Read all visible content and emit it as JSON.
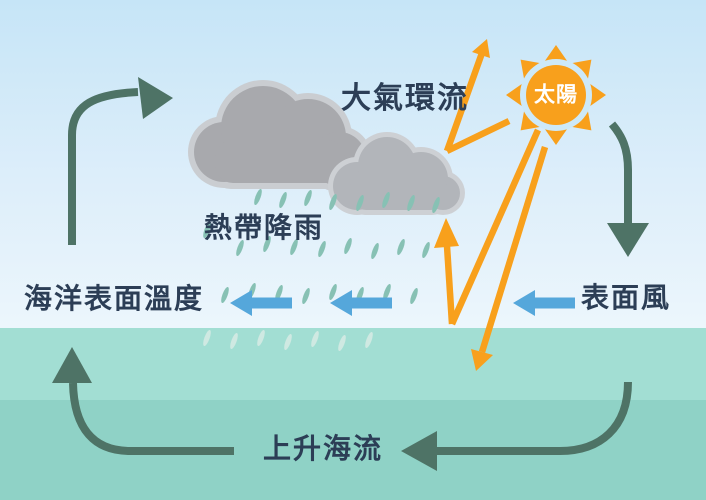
{
  "labels": {
    "atmospheric_circulation": "大氣環流",
    "sun": "太陽",
    "tropical_rainfall": "熱帶降雨",
    "sea_surface_temperature": "海洋表面溫度",
    "surface_wind": "表面風",
    "upwelling_current": "上升海流"
  },
  "colors": {
    "sky_top": "#c6e5f7",
    "sky_mid": "#ddeefa",
    "sky_bottom": "#ecf6fc",
    "ocean_upper": "#a2ded3",
    "ocean_lower": "#8fd2c6",
    "orange": "#f8a01c",
    "blue_arrow": "#55a7db",
    "teal_arrow": "#4e7366",
    "label_text": "#2c3e56",
    "sun_label": "#ffffff",
    "sun_ring": "#cde9f8",
    "cloud_dark": "#a8a9ad",
    "cloud_dark_rim": "#cacdd1",
    "cloud_light": "#b2b5ba",
    "cloud_light_rim": "#cdd0d4",
    "rain": "#87c1b4",
    "rain_underwater": "#cfe9e2"
  },
  "diagram": {
    "type": "ocean-atmosphere interaction schematic",
    "flows": [
      {
        "name": "solar-radiation",
        "color_key": "orange",
        "paths": [
          "sun to cloud",
          "sun to sea surface",
          "sun into ocean (absorbed)"
        ]
      },
      {
        "name": "reflected-radiation",
        "color_key": "orange",
        "paths": [
          "cloud reflects upward",
          "sea surface reflects upward"
        ]
      },
      {
        "name": "surface-wind",
        "color_key": "blue_arrow",
        "direction": "leftward",
        "arrow_count": 3
      },
      {
        "name": "atmospheric-loop",
        "color_key": "teal_arrow",
        "paths": [
          "rise on left toward clouds",
          "sink on right near sun"
        ]
      },
      {
        "name": "ocean-loop",
        "color_key": "teal_arrow",
        "paths": [
          "sink on right",
          "flow leftward (upwelling current)",
          "rise on left to surface"
        ]
      }
    ]
  },
  "rain": {
    "rows": [
      {
        "color_key": "rain",
        "drops": [
          [
            258,
            197
          ],
          [
            283,
            200
          ],
          [
            308,
            198
          ],
          [
            333,
            202
          ],
          [
            360,
            203
          ],
          [
            386,
            200
          ],
          [
            411,
            203
          ],
          [
            436,
            205
          ]
        ]
      },
      {
        "color_key": "rain",
        "drops": [
          [
            207,
            230
          ],
          [
            240,
            248
          ],
          [
            267,
            244
          ],
          [
            294,
            247
          ],
          [
            322,
            249
          ],
          [
            348,
            246
          ],
          [
            375,
            251
          ],
          [
            401,
            247
          ],
          [
            426,
            250
          ]
        ]
      },
      {
        "color_key": "rain",
        "drops": [
          [
            225,
            295
          ],
          [
            252,
            291
          ],
          [
            279,
            293
          ],
          [
            306,
            296
          ],
          [
            333,
            292
          ],
          [
            360,
            295
          ],
          [
            387,
            292
          ],
          [
            414,
            296
          ]
        ]
      },
      {
        "color_key": "rain_underwater",
        "drops": [
          [
            207,
            338
          ],
          [
            234,
            341
          ],
          [
            261,
            338
          ],
          [
            288,
            342
          ],
          [
            315,
            339
          ],
          [
            342,
            343
          ],
          [
            369,
            340
          ]
        ]
      }
    ]
  }
}
